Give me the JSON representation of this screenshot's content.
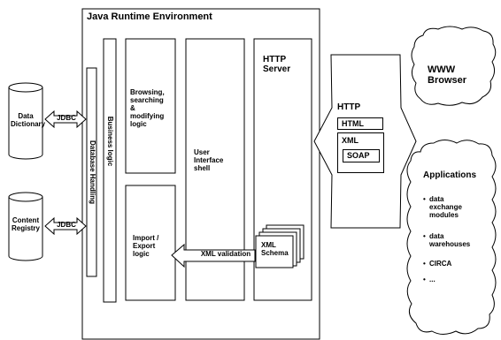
{
  "jre": {
    "title": "Java Runtime Environment"
  },
  "left": {
    "data_dictionary": "Data\nDictionary",
    "content_registry": "Content\nRegistry",
    "jdbc_top": "JDBC",
    "jdbc_bottom": "JDBC"
  },
  "columns": {
    "database_handling": "Database Handling",
    "business_logic": "Business logic",
    "browsing": "Browsing,\nsearching\n&\nmodifying\nlogic",
    "import_export": "Import /\nExport\nlogic",
    "ui_shell": "User\nInterface\nshell",
    "http_server": "HTTP\nServer",
    "xml_schema": "XML\nSchema",
    "xml_validation": "XML validation"
  },
  "protocol": {
    "http": "HTTP",
    "html": "HTML",
    "xml": "XML",
    "soap": "SOAP"
  },
  "clouds": {
    "www_browser": "WWW\nBrowser",
    "applications_title": "Applications",
    "applications_items": [
      "data\nexchange\nmodules",
      "data\nwarehouses",
      "CIRCA",
      "..."
    ]
  }
}
